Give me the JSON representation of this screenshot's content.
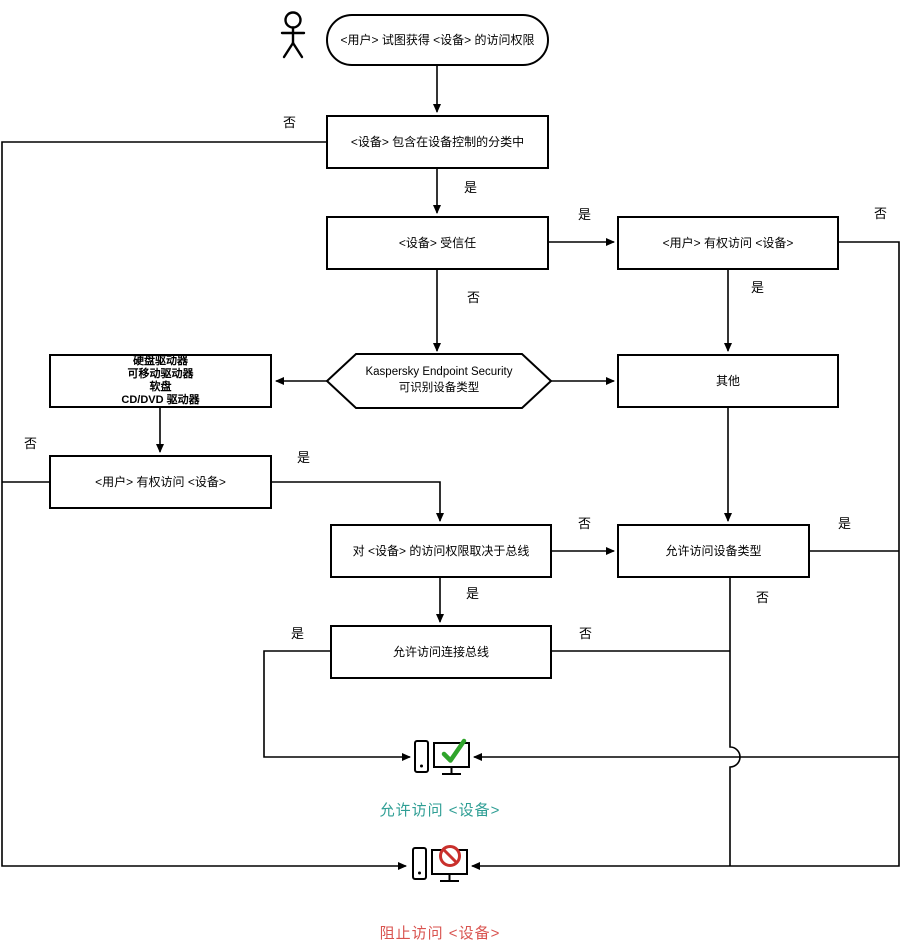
{
  "diagram": {
    "nodes": {
      "start": "<用户> 试图获得 <设备> 的访问权限",
      "classification": "<设备> 包含在设备控制的分类中",
      "trusted": "<设备> 受信任",
      "user_access_top": "<用户> 有权访问 <设备>",
      "identify": {
        "line1": "Kaspersky Endpoint Security",
        "line2": "可识别设备类型"
      },
      "device_types": [
        "硬盘驱动器",
        "可移动驱动器",
        "软盘",
        "CD/DVD 驱动器"
      ],
      "other": "其他",
      "user_access_left": "<用户> 有权访问 <设备>",
      "depends_on_bus": "对 <设备> 的访问权限取决于总线",
      "device_type_allowed": "允许访问设备类型",
      "bus_allowed": "允许访问连接总线"
    },
    "edge_labels": {
      "yes": "是",
      "no": "否"
    },
    "outcomes": {
      "allowed": "允许访问 <设备>",
      "blocked": "阻止访问 <设备>"
    },
    "icons": {
      "person": "person-icon",
      "allowed": "computer-access-allowed-icon",
      "blocked": "computer-access-blocked-icon"
    },
    "colors": {
      "line": "#000000",
      "allowed_text": "#2E9E94",
      "blocked_text": "#D9534F",
      "check": "#2FA42B",
      "prohibit": "#C9302C"
    }
  }
}
